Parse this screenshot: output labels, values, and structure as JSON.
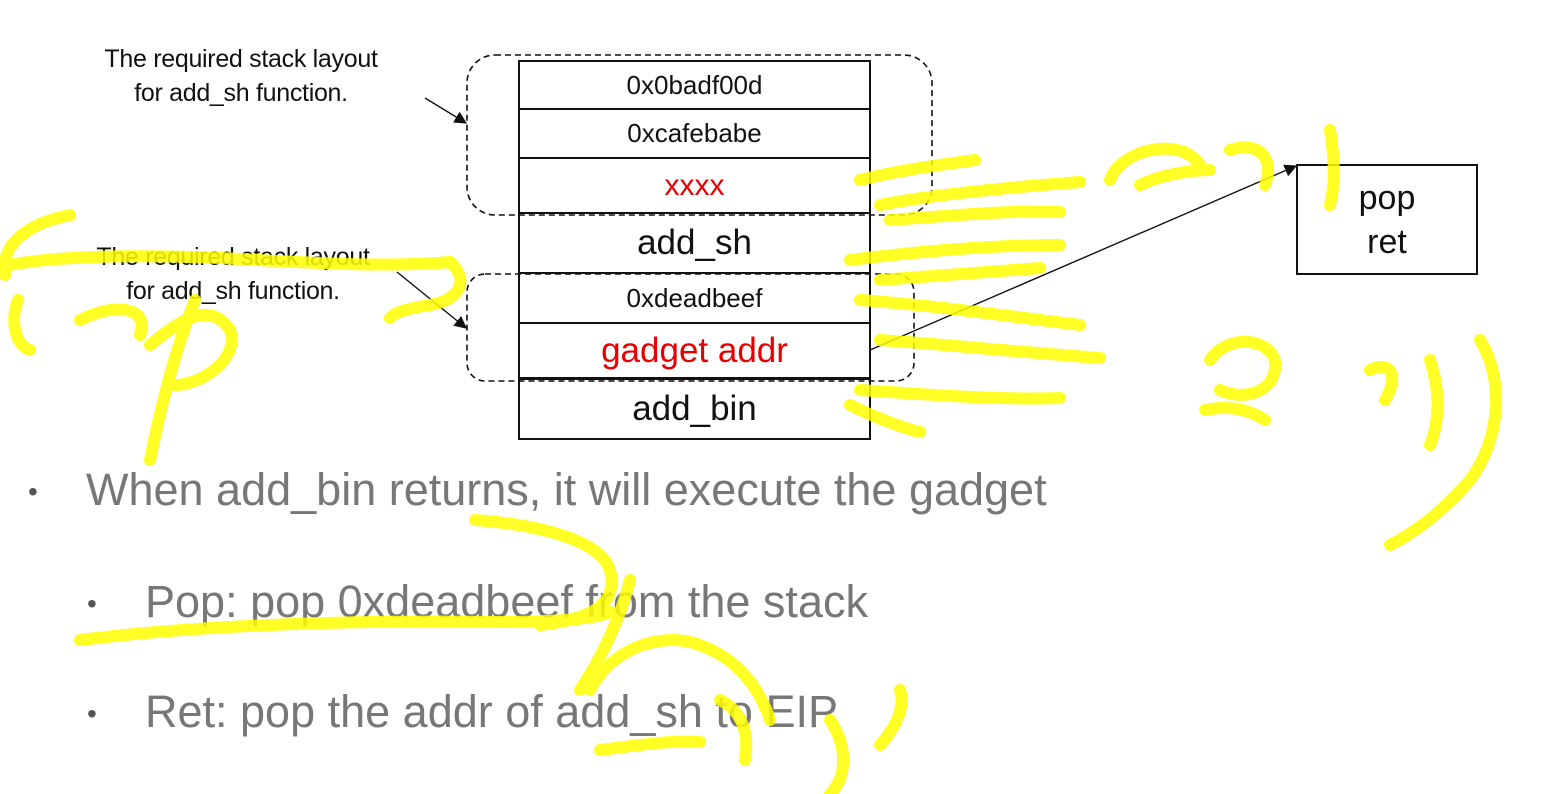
{
  "annotations": {
    "top": {
      "line1": "The required stack layout",
      "line2": "for add_sh function."
    },
    "bottom": {
      "line1": "The required stack layout",
      "line2": "for add_sh function."
    }
  },
  "stack": [
    {
      "label": "0x0badf00d",
      "color": "#111111"
    },
    {
      "label": "0xcafebabe",
      "color": "#111111"
    },
    {
      "label": "xxxx",
      "color": "#e60000"
    },
    {
      "label": "add_sh",
      "color": "#111111"
    },
    {
      "label": "0xdeadbeef",
      "color": "#111111"
    },
    {
      "label": "gadget addr",
      "color": "#e60000"
    },
    {
      "label": "add_bin",
      "color": "#111111"
    }
  ],
  "gadget": {
    "line1": "pop",
    "line2": "ret"
  },
  "bullets": [
    {
      "text": "When add_bin returns, it will execute the gadget"
    },
    {
      "text": "Pop: pop 0xdeadbeef from the stack"
    },
    {
      "text": "Ret: pop the addr of add_sh to EIP"
    }
  ],
  "colors": {
    "highlight": "#ffff00",
    "accent_red": "#e60000",
    "bullet_text": "#777777"
  }
}
